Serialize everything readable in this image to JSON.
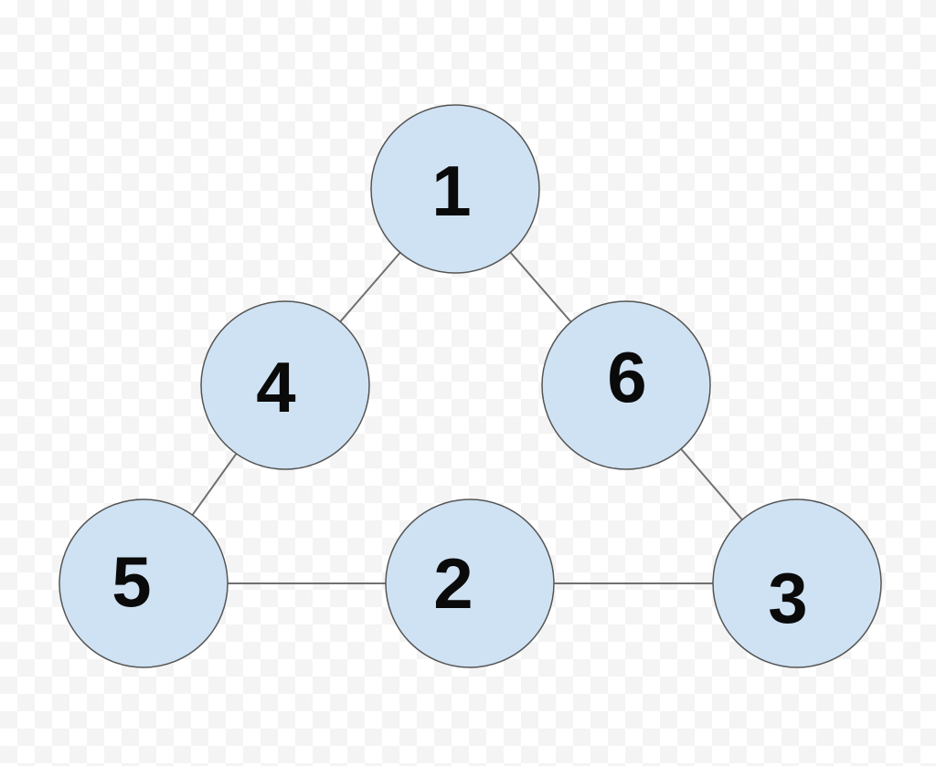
{
  "diagram": {
    "type": "graph",
    "node_fill": "#cfe2f3",
    "node_stroke": "#555555",
    "edge_color": "#707070",
    "label_color": "#0a0a0a",
    "nodes": [
      {
        "id": "n1",
        "label": "1"
      },
      {
        "id": "n4",
        "label": "4"
      },
      {
        "id": "n6",
        "label": "6"
      },
      {
        "id": "n5",
        "label": "5"
      },
      {
        "id": "n2",
        "label": "2"
      },
      {
        "id": "n3",
        "label": "3"
      }
    ],
    "edges": [
      {
        "from": "n1",
        "to": "n4"
      },
      {
        "from": "n1",
        "to": "n6"
      },
      {
        "from": "n4",
        "to": "n5"
      },
      {
        "from": "n6",
        "to": "n3"
      },
      {
        "from": "n5",
        "to": "n2"
      },
      {
        "from": "n2",
        "to": "n3"
      }
    ]
  }
}
